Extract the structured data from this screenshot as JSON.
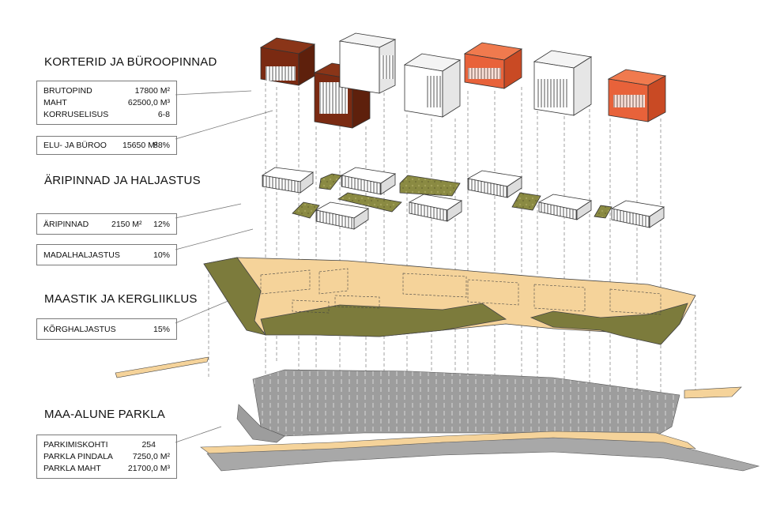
{
  "sections": {
    "apartments": {
      "title": "KORTERID JA BÜROOPINNAD",
      "stats": [
        {
          "label": "BRUTOPIND",
          "value": "17800 M²"
        },
        {
          "label": "MAHT",
          "value": "62500,0 M³"
        },
        {
          "label": "KORRUSELISUS",
          "value": "6-8"
        }
      ],
      "share": {
        "label": "ELU- JA BÜROO",
        "area": "15650 M²",
        "percent": "88%"
      }
    },
    "retail": {
      "title": "ÄRIPINNAD JA HALJASTUS",
      "retail_row": {
        "label": "ÄRIPINNAD",
        "area": "2150 M²",
        "percent": "12%"
      },
      "lowgreen_row": {
        "label": "MADALHALJASTUS",
        "percent": "10%"
      }
    },
    "terrain": {
      "title": "MAASTIK JA KERGLIIKLUS",
      "highgreen_row": {
        "label": "KÕRGHALJASTUS",
        "percent": "15%"
      }
    },
    "parking": {
      "title": "MAA-ALUNE PARKLA",
      "stats": [
        {
          "label": "PARKIMISKOHTI",
          "value": "254"
        },
        {
          "label": "PARKLA PINDALA",
          "value": "7250,0 M²"
        },
        {
          "label": "PARKLA MAHT",
          "value": "21700,0 M³"
        }
      ]
    }
  },
  "colors": {
    "brown": "#7a2a12",
    "orange": "#e8623a",
    "white_block": "#ffffff",
    "sand": "#f5d39a",
    "olive": "#7c7b3c",
    "grey_parking": "#9d9d9d",
    "line": "#555555"
  }
}
